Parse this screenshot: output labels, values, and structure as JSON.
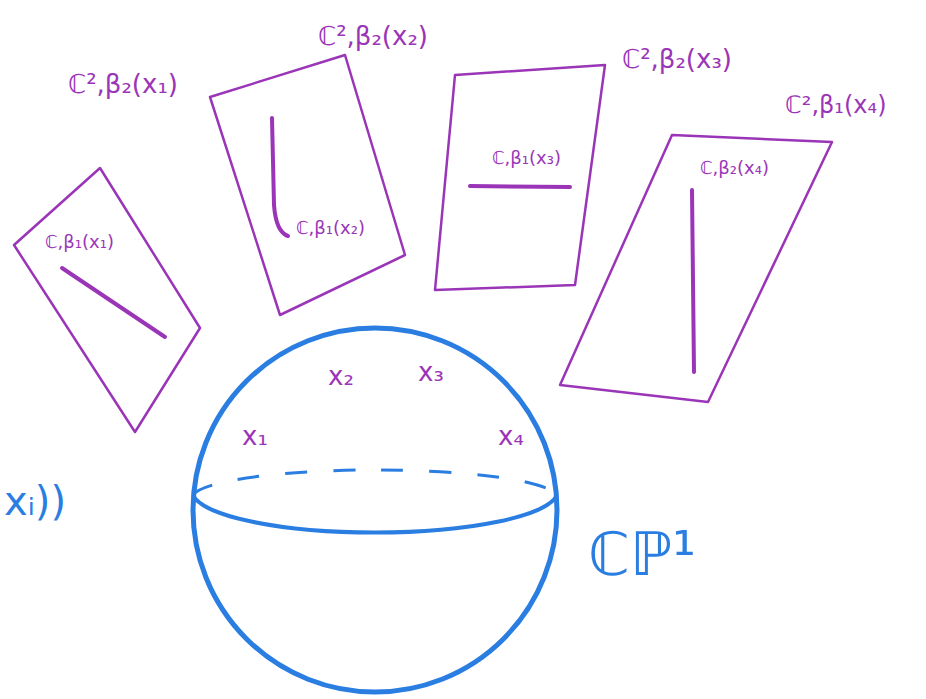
{
  "diagram": {
    "nodes": [
      {
        "text": [
          "ℂ²,β₂(x₁)",
          "ℂ,β₁(x₁)"
        ]
      },
      {
        "text": [
          "ℂ²,β₂(x₂)",
          "ℂ,β₁(x₂)"
        ]
      },
      {
        "text": [
          "ℂ²,β₂(x₃)",
          "ℂ,β₁(x₃)"
        ]
      },
      {
        "text": [
          "ℂ²,β₁(x₄)",
          "ℂ,β₂(x₄)"
        ]
      },
      {
        "text": [
          "x₁",
          "x₂",
          "x₃",
          "x₄",
          "ℂℙ¹"
        ]
      }
    ],
    "labels": [
      "xᵢ))"
    ]
  }
}
